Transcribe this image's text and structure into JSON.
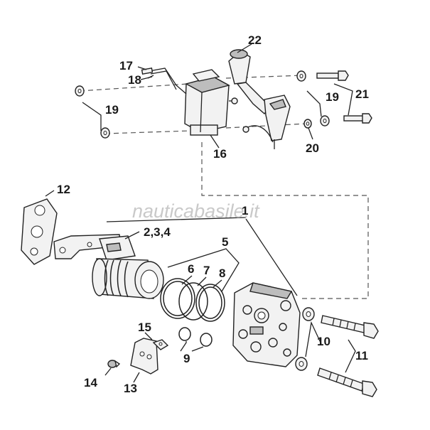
{
  "watermark": "nauticabasile.it",
  "callouts": {
    "c1": "1",
    "c2_3_4": "2,3,4",
    "c5": "5",
    "c6": "6",
    "c7": "7",
    "c8": "8",
    "c9": "9",
    "c10": "10",
    "c11": "11",
    "c12": "12",
    "c13": "13",
    "c14": "14",
    "c15": "15",
    "c16": "16",
    "c17": "17",
    "c18": "18",
    "c19a": "19",
    "c19b": "19",
    "c20": "20",
    "c21": "21",
    "c22": "22"
  },
  "colors": {
    "line": "#222222",
    "part_fill": "#f2f2f2",
    "shade": "#bdbdbd",
    "watermark": "#c9c9c9"
  }
}
